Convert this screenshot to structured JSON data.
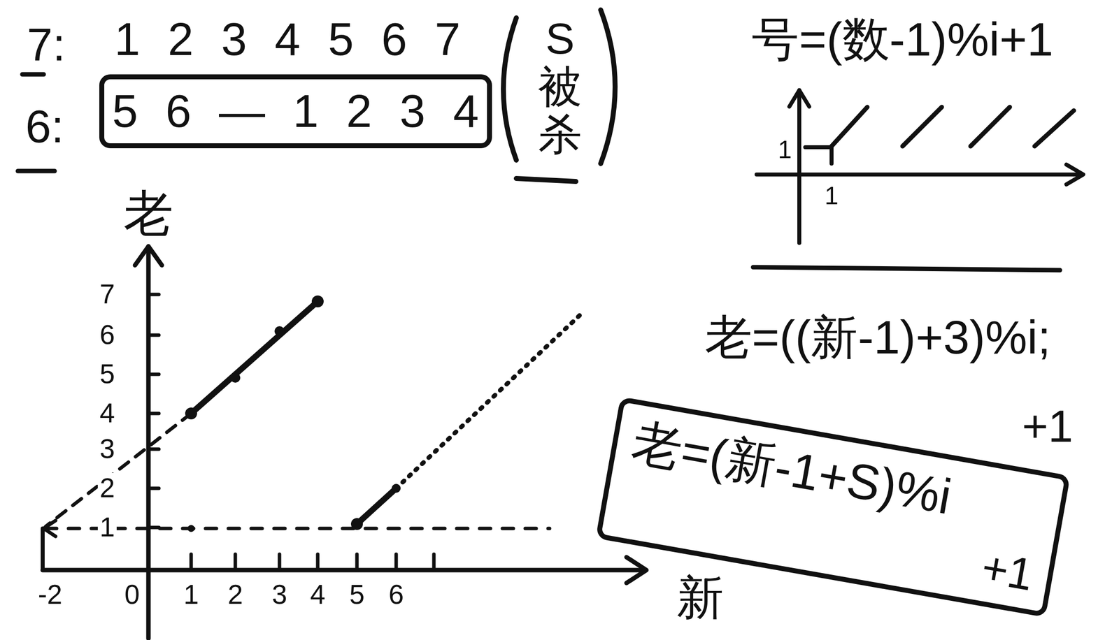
{
  "diagram": {
    "nodes": [
      {
        "text": [
          "5 6 — 1 2 3 4"
        ]
      },
      {
        "text": [
          "老=(新-1+S)%i",
          "+1"
        ]
      }
    ],
    "labels": [
      "7:",
      "1 2 3 4 5 6 7",
      "6:",
      "S被杀",
      "号=(数-1)%i+1",
      "1",
      "1",
      "老",
      "7",
      "6",
      "5",
      "4",
      "3",
      "2",
      "1",
      "-2",
      "0",
      "1",
      "2",
      "3",
      "4",
      "5",
      "6",
      "新",
      "老=((新-1)+3)%i;",
      "+1"
    ]
  }
}
